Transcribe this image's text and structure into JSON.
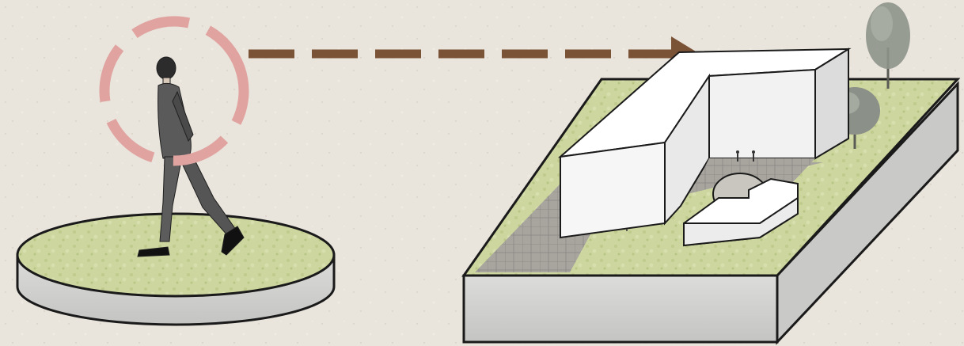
{
  "scene": {
    "description_labels": [],
    "colors": {
      "paper": "#e9e4dc",
      "grass": "#cfd7a0",
      "plinth": "#d4d4d2",
      "outline": "#1a1a1a",
      "focus_ring": "#e0a3a0",
      "arrow": "#7a5236",
      "building": "#fbfbfb",
      "paving": "#a9a6a0"
    },
    "elements": [
      "walking-person",
      "focus-circle",
      "dashed-arrow",
      "round-grass-platform",
      "site-model-block",
      "building-volume",
      "trees"
    ]
  }
}
